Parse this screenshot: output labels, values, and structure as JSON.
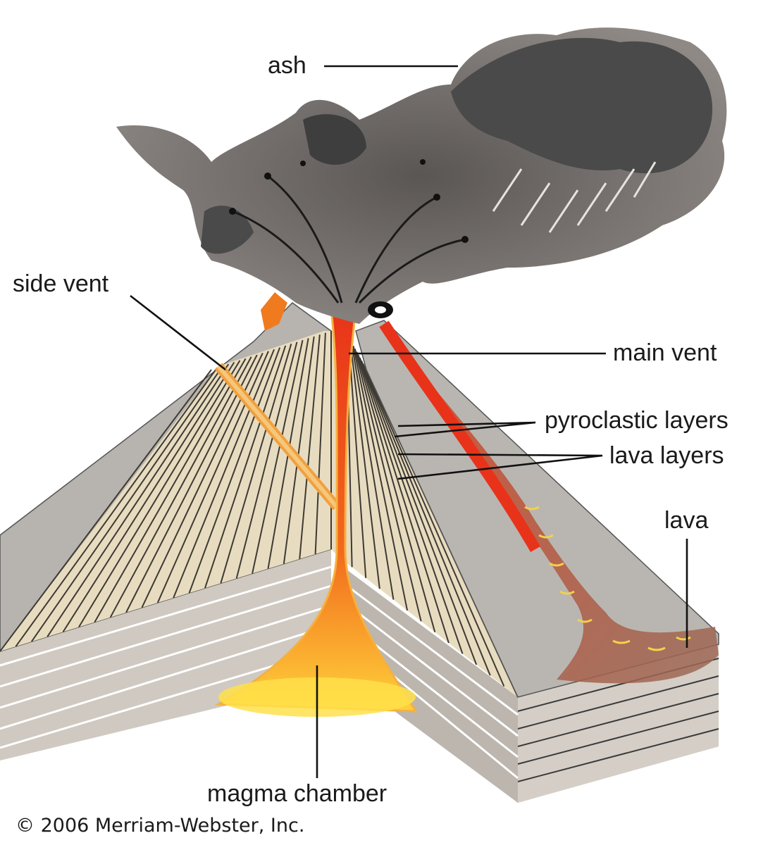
{
  "labels": {
    "ash": "ash",
    "side_vent": "side vent",
    "main_vent": "main vent",
    "pyroclastic_layers": "pyroclastic layers",
    "lava_layers": "lava layers",
    "lava": "lava",
    "magma_chamber": "magma chamber"
  },
  "copyright": "© 2006 Merriam-Webster, Inc.",
  "colors": {
    "ash_dark": "#4a4a4a",
    "ash_mid": "#8a8580",
    "cone_gray": "#b9b6b2",
    "strata_tan": "#e8dcc0",
    "magma_red": "#e8331a",
    "magma_orange": "#f7851f",
    "lava_flow": "#a05a4a"
  }
}
